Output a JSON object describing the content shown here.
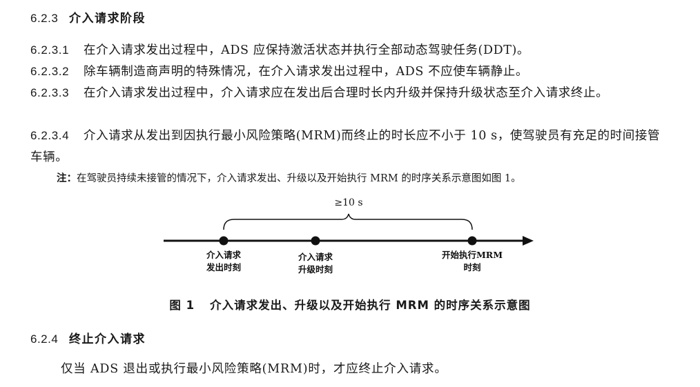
{
  "section_623": {
    "number": "6.2.3",
    "title": "介入请求阶段"
  },
  "clauses": [
    {
      "number": "6.2.3.1",
      "text": "在介入请求发出过程中，ADS 应保持激活状态并执行全部动态驾驶任务(DDT)。"
    },
    {
      "number": "6.2.3.2",
      "text": "除车辆制造商声明的特殊情况，在介入请求发出过程中，ADS 不应使车辆静止。"
    },
    {
      "number": "6.2.3.3",
      "text": "在介入请求发出过程中，介入请求应在发出后合理时长内升级并保持升级状态至介入请求终止。"
    },
    {
      "number": "6.2.3.4",
      "text": "介入请求从发出到因执行最小风险策略(MRM)而终止的时长应不小于 10 s，使驾驶员有充足的时间接管车辆。"
    }
  ],
  "note": {
    "label": "注：",
    "text": "在驾驶员持续未接管的情况下，介入请求发出、升级以及开始执行 MRM 的时序关系示意图如图 1。"
  },
  "figure": {
    "duration_label": "≥10 s",
    "points": [
      {
        "line1": "介入请求",
        "line2": "发出时刻"
      },
      {
        "line1": "介入请求",
        "line2": "升级时刻"
      },
      {
        "line1": "开始执行MRM",
        "line2": "时刻"
      }
    ],
    "caption_number": "图 1",
    "caption_text": "介入请求发出、升级以及开始执行 MRM 的时序关系示意图"
  },
  "section_624": {
    "number": "6.2.4",
    "title": "终止介入请求"
  },
  "paragraph": "仅当 ADS 退出或执行最小风险策略(MRM)时，才应终止介入请求。"
}
